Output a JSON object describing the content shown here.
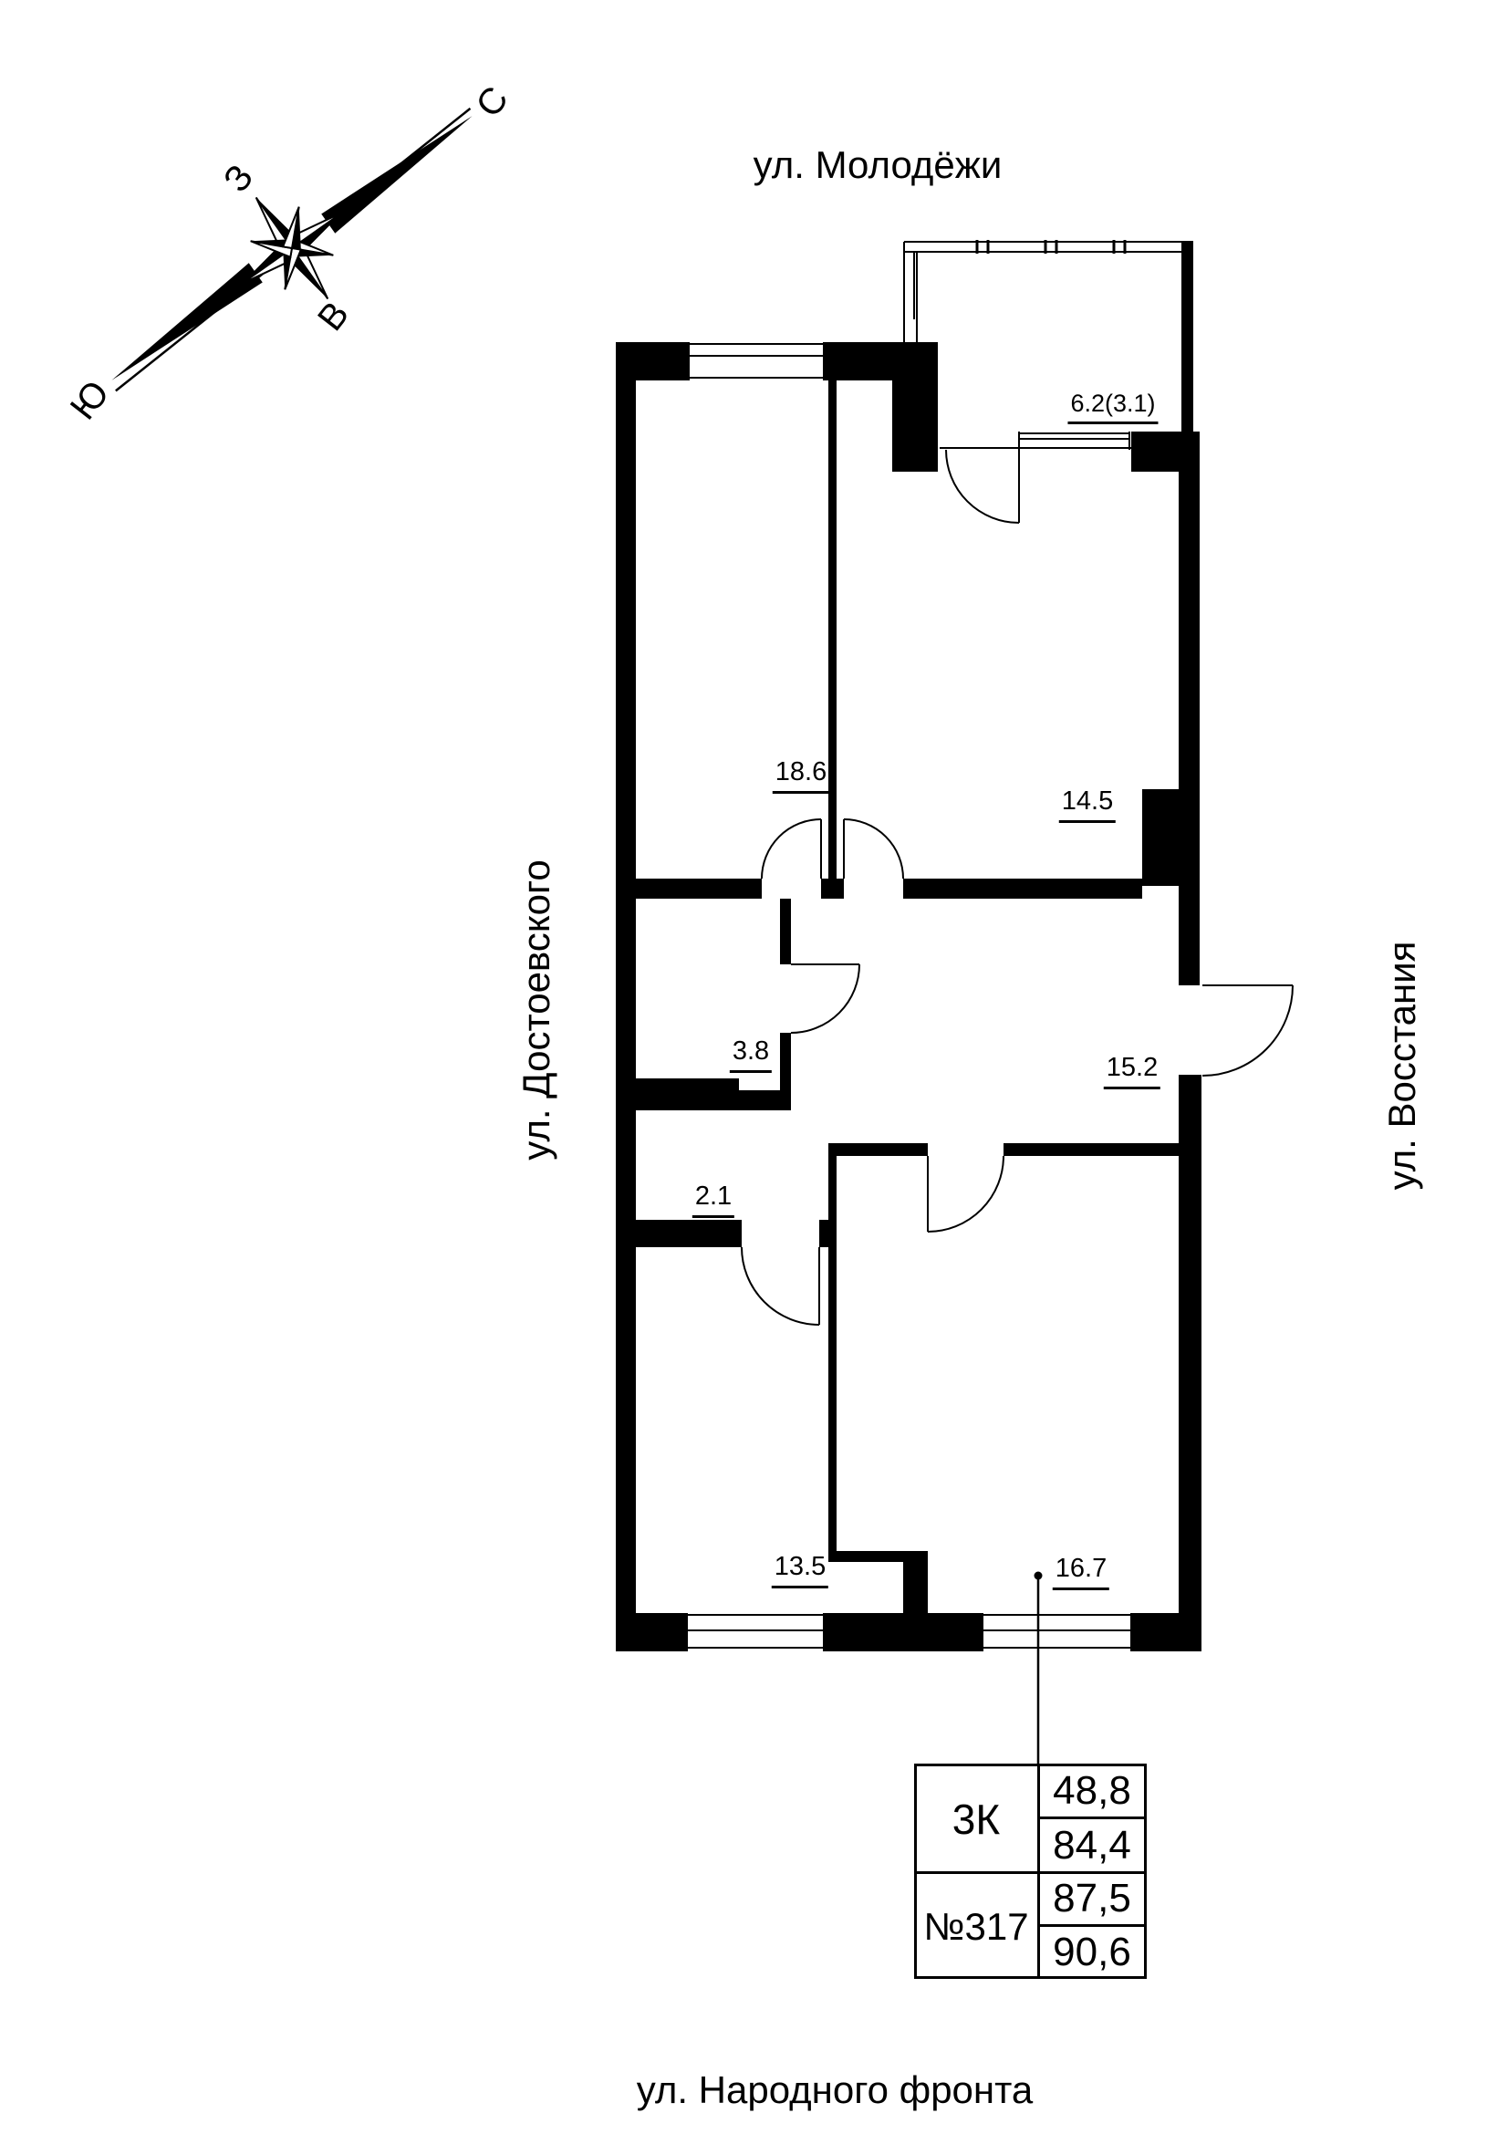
{
  "compass": {
    "north": "С",
    "west": "З",
    "east": "В",
    "south": "Ю"
  },
  "streets": {
    "top": "ул. Молодёжи",
    "left": "ул. Достоевского",
    "right": "ул. Восстания",
    "bottom": "ул. Народного фронта"
  },
  "rooms": [
    {
      "name": "balcony",
      "area": "6.2(3.1)"
    },
    {
      "name": "living-room",
      "area": "18.6"
    },
    {
      "name": "bedroom-1",
      "area": "14.5"
    },
    {
      "name": "bathroom",
      "area": "3.8"
    },
    {
      "name": "hallway",
      "area": "15.2"
    },
    {
      "name": "wc",
      "area": "2.1"
    },
    {
      "name": "bedroom-2",
      "area": "13.5"
    },
    {
      "name": "bedroom-3",
      "area": "16.7"
    }
  ],
  "info_table": {
    "unit_type": "3К",
    "unit_number": "№317",
    "areas": [
      "48,8",
      "84,4",
      "87,5",
      "90,6"
    ]
  }
}
